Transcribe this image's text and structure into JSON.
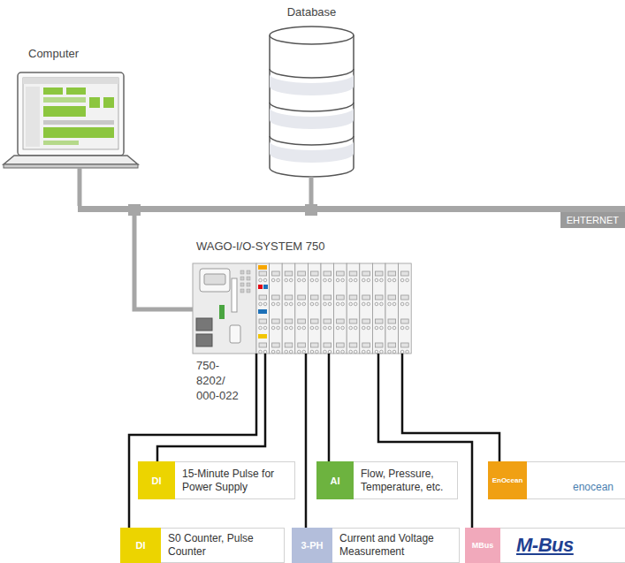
{
  "diagram": {
    "nodes": [
      {
        "text": [
          "Database"
        ]
      },
      {
        "text": [
          "Computer"
        ]
      },
      {
        "text": [
          "EHTERNET"
        ]
      },
      {
        "text": [
          "WAGO-I/O-SYSTEM 750",
          "750- 8202/ 000-022"
        ]
      },
      {
        "text": [
          "DI",
          "15-Minute Pulse for Power Supply"
        ]
      },
      {
        "text": [
          "AI",
          "Flow, Pressure, Temperature, etc."
        ]
      },
      {
        "text": [
          "EnOcean",
          "enocean"
        ]
      },
      {
        "text": [
          "DI",
          "S0 Counter, Pulse Counter"
        ]
      },
      {
        "text": [
          "3-PH",
          "Current and Voltage Measurement"
        ]
      },
      {
        "text": [
          "MBus",
          "M-Bus"
        ]
      }
    ],
    "edges": [
      {
        "from": 1,
        "to": 2,
        "arrow": "none"
      },
      {
        "from": 0,
        "to": 2,
        "arrow": "none"
      },
      {
        "from": 3,
        "to": 2,
        "arrow": "none"
      },
      {
        "from": 3,
        "to": 7,
        "arrow": "none"
      },
      {
        "from": 3,
        "to": 4,
        "arrow": "none"
      },
      {
        "from": 3,
        "to": 8,
        "arrow": "none"
      },
      {
        "from": 3,
        "to": 5,
        "arrow": "none"
      },
      {
        "from": 3,
        "to": 9,
        "arrow": "none"
      },
      {
        "from": 3,
        "to": 6,
        "arrow": "none"
      }
    ]
  }
}
